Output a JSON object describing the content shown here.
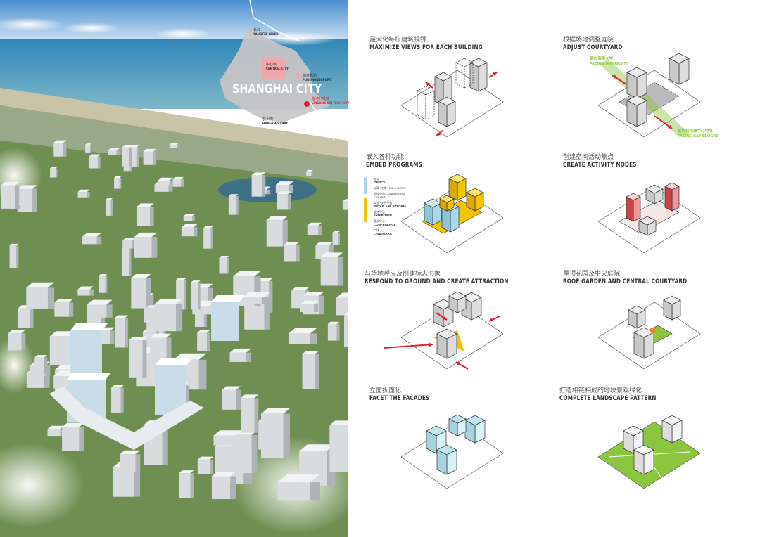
{
  "map": {
    "title": "SHANGHAI CITY",
    "places": [
      {
        "zh": "长江",
        "en": "YANGTZE RIVER"
      },
      {
        "zh": "中心城",
        "en": "CENTRAL CITY"
      },
      {
        "zh": "浦东机场",
        "en": "PUDONG AIRPORT"
      },
      {
        "zh": "临港科技城",
        "en": "LINGANG SCI-TECH CITY"
      },
      {
        "zh": "杭州湾",
        "en": "HANGZHOU BAY"
      }
    ],
    "colors": {
      "land": "#c9c6c7",
      "central": "#f2a7ad",
      "site": "#e0202e"
    }
  },
  "diagrams": [
    {
      "zh": "最大化每栋建筑视野",
      "en": "MAXIMIZE VIEWS FOR EACH BUILDING"
    },
    {
      "zh": "根据场地调整庭院",
      "en": "ADJUST COURTYARD",
      "labels": [
        {
          "zh": "朝向海事大学",
          "en": "FACING UNIVERSITY"
        },
        {
          "zh": "朝向科技城中心地块",
          "en": "FACING S&T BLOCKS"
        }
      ]
    },
    {
      "zh": "嵌入各种功能",
      "en": "EMBED PROGRAMS",
      "legend": [
        {
          "zh": "办公",
          "en": "OFFICE",
          "group": "blue"
        },
        {
          "zh": "公寓+工作",
          "en": "LIVE & WORK",
          "group": "blue"
        },
        {
          "zh": "会议中心",
          "en": "CONFERENCE CENTER",
          "group": "blue"
        },
        {
          "zh": "商业+步行平台",
          "en": "RETAIL + PLATFORM",
          "group": "yellow"
        },
        {
          "zh": "展览中心",
          "en": "EXHIBITION",
          "group": "yellow"
        },
        {
          "zh": "会议中心",
          "en": "CONFERENCE",
          "group": "yellow"
        },
        {
          "zh": "广场",
          "en": "LANDMARK",
          "group": "yellow"
        }
      ]
    },
    {
      "zh": "创建空间活动焦点",
      "en": "CREATE ACTIVITY NODES"
    },
    {
      "zh": "与场地呼应及创建标志形象",
      "en": "RESPOND TO GROUND AND CREATE ATTRACTION"
    },
    {
      "zh": "屋顶花园及中央庭院",
      "en": "ROOF GARDEN AND CENTRAL COURTYARD"
    },
    {
      "zh": "立面折面化",
      "en": "FACET THE FACADES"
    },
    {
      "zh": "打造相链相成的地块景观绿化",
      "en": "COMPLETE LANDSCAPE PATTERN"
    }
  ],
  "colors": {
    "blue": "#a8d8ea",
    "yellow": "#f5c400",
    "red": "#e0202e",
    "green": "#8cc63f",
    "facade": "#bfe6ee"
  }
}
